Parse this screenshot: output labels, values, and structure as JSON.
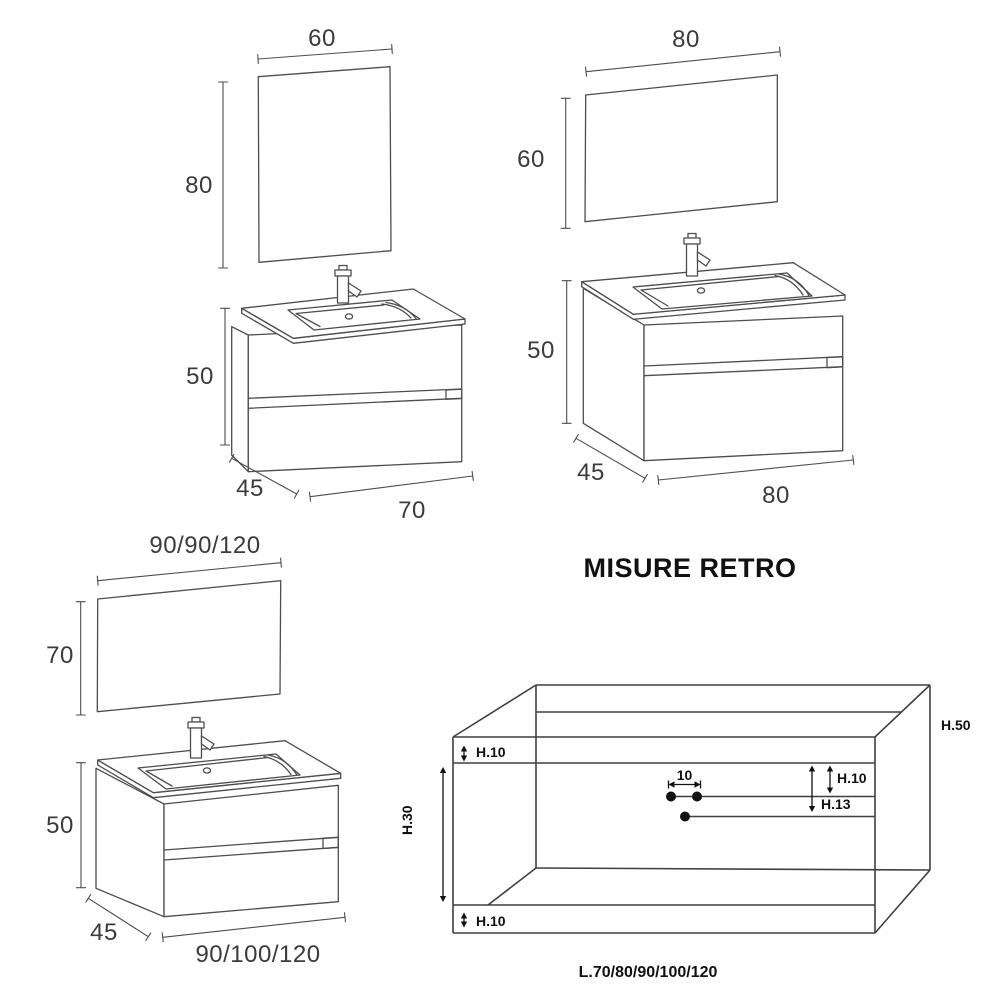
{
  "title": "MISURE RETRO",
  "units": {
    "a": {
      "mirror_width": "60",
      "mirror_height": "80",
      "cab_height": "50",
      "cab_depth": "45",
      "cab_width": "70"
    },
    "b": {
      "mirror_width": "80",
      "mirror_height": "60",
      "cab_height": "50",
      "cab_depth": "45",
      "cab_width": "80"
    },
    "c": {
      "mirror_width": "90/90/120",
      "mirror_height": "70",
      "cab_height": "50",
      "cab_depth": "45",
      "cab_width": "90/100/120"
    }
  },
  "retro": {
    "total_height": "H.50",
    "top_band_height": "H.10",
    "opening_height": "H.30",
    "bottom_band_height": "H.10",
    "hole_spacing": "10",
    "first_hole_drop": "H.10",
    "second_hole_drop": "H.13",
    "lengths": "L.70/80/90/100/120"
  },
  "colors": {
    "line": "#4d4d4d",
    "text": "#3b3b3b",
    "dark": "#111111",
    "background": "#ffffff"
  }
}
